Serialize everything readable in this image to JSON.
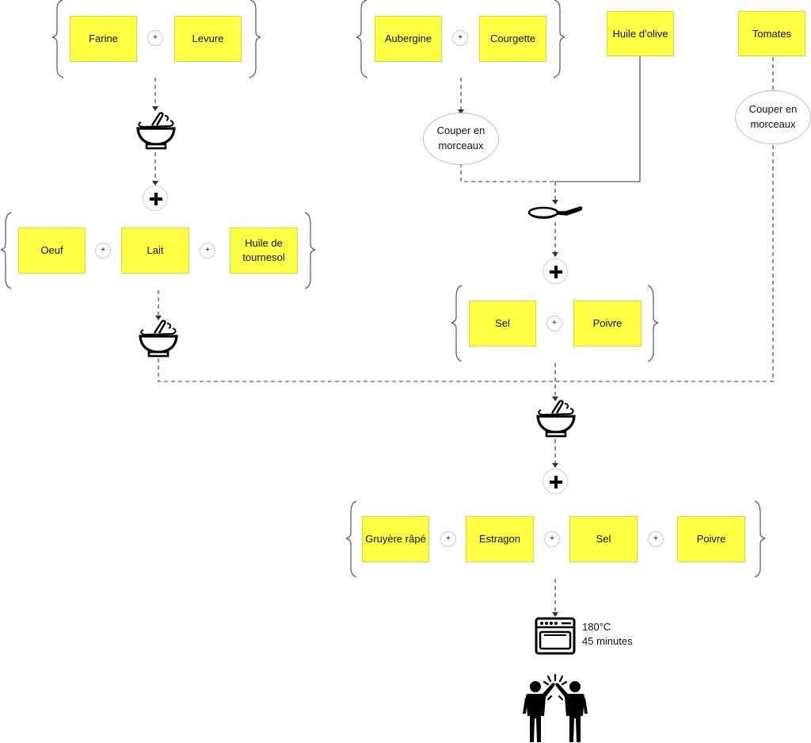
{
  "ingredients": {
    "farine": "Farine",
    "levure": "Levure",
    "oeuf": "Oeuf",
    "lait": "Lait",
    "huile_tournesol": "Huile de\ntournesol",
    "aubergine": "Aubergine",
    "courgette": "Courgette",
    "huile_olive": "Huile d’olive",
    "tomates": "Tomates",
    "sel_1": "Sel",
    "poivre_1": "Poivre",
    "gruyere": "Gruyère râpé",
    "estragon": "Estragon",
    "sel_2": "Sel",
    "poivre_2": "Poivre"
  },
  "steps": {
    "couper_1": "Couper en\nmorceaux",
    "couper_2": "Couper en\nmorceaux"
  },
  "operators": {
    "plus": "+"
  },
  "oven": {
    "temperature": "180°C",
    "duration": "45 minutes"
  },
  "icons": {
    "mixing": "mortar-bowl-icon",
    "frying": "frying-pan-icon",
    "baking": "oven-icon",
    "done": "high-five-icon"
  },
  "colors": {
    "sticky": "#ffff44",
    "line": "#333333"
  }
}
